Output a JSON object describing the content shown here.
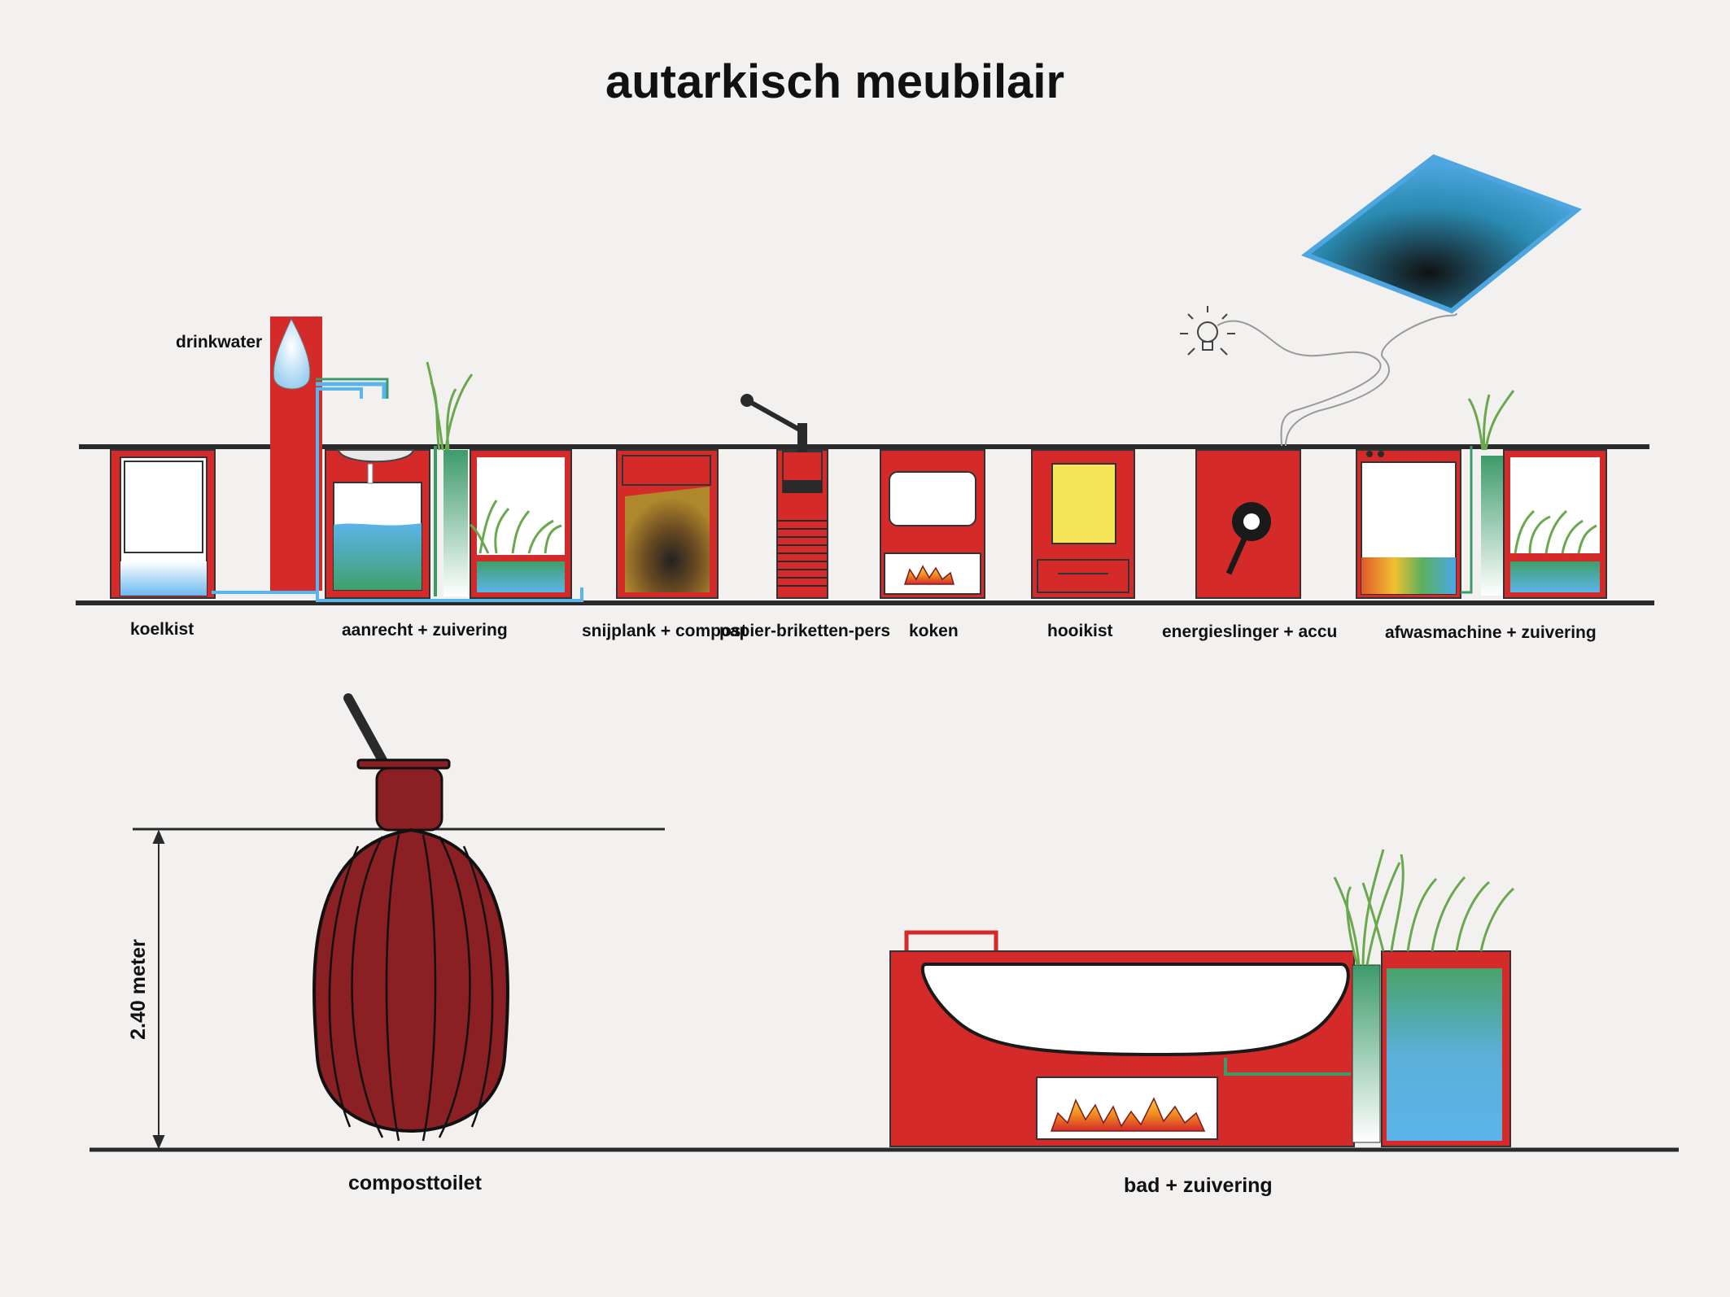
{
  "title": "autarkisch meubilair",
  "labels": {
    "drinkwater": "drinkwater",
    "koelkist": "koelkist",
    "aanrecht": "aanrecht + zuivering",
    "snijplank": "snijplank + compost",
    "papier": "papier-briketten-pers",
    "koken": "koken",
    "hooikist": "hooikist",
    "energieslinger": "energieslinger + accu",
    "afwasmachine": "afwasmachine + zuivering",
    "composttoilet": "composttoilet",
    "bad": "bad + zuivering",
    "dimension": "2.40 meter"
  },
  "icons": [
    "light-bulb-icon",
    "solar-panel-icon",
    "flame-icon",
    "plant-icon",
    "water-drop-icon"
  ],
  "colors": {
    "cabinet_red": "#d42a2a",
    "toilet_brown": "#8a1f24",
    "water_blue": "#5bb4ea",
    "filter_green": "#3d9b6a",
    "lamp_yellow": "#f4e657",
    "solar_blue": "#4da6e0",
    "line_dark": "#2a2a2a"
  }
}
